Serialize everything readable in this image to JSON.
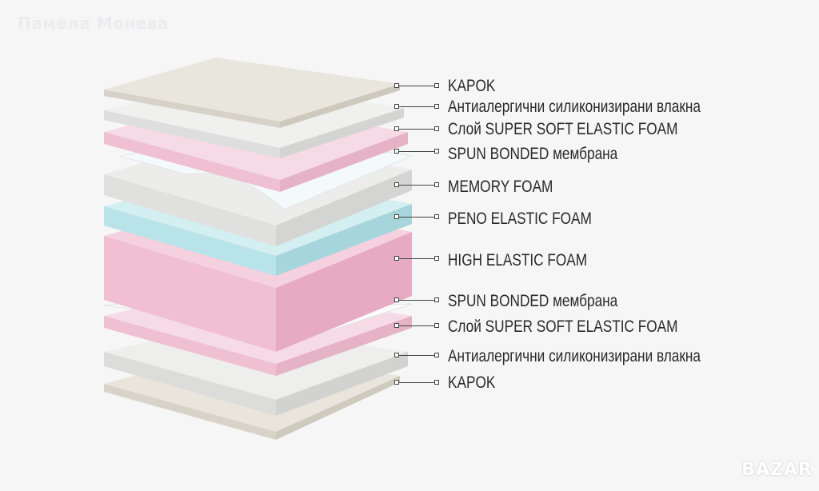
{
  "watermark": "Памела Монева",
  "logo": "BAZAR",
  "layers": [
    {
      "label": "KAPOK"
    },
    {
      "label": "Антиалергични силиконизирани влакна"
    },
    {
      "label": "Слой SUPER SOFT ELASTIC FOAM"
    },
    {
      "label": "SPUN BONDED мембрана"
    },
    {
      "label": "MEMORY FOAM"
    },
    {
      "label": "PENO ELASTIC FOAM"
    },
    {
      "label": "HIGH ELASTIC FOAM"
    },
    {
      "label": "SPUN BONDED мембрана"
    },
    {
      "label": "Слой SUPER SOFT ELASTIC FOAM"
    },
    {
      "label": "Антиалергични силиконизирани влакна"
    },
    {
      "label": "KAPOK"
    }
  ],
  "colors": {
    "pink": "#f2c6d8",
    "blue": "#bfe6ea",
    "gray": "#e6e6e4",
    "kapok": "#e8e4da"
  }
}
